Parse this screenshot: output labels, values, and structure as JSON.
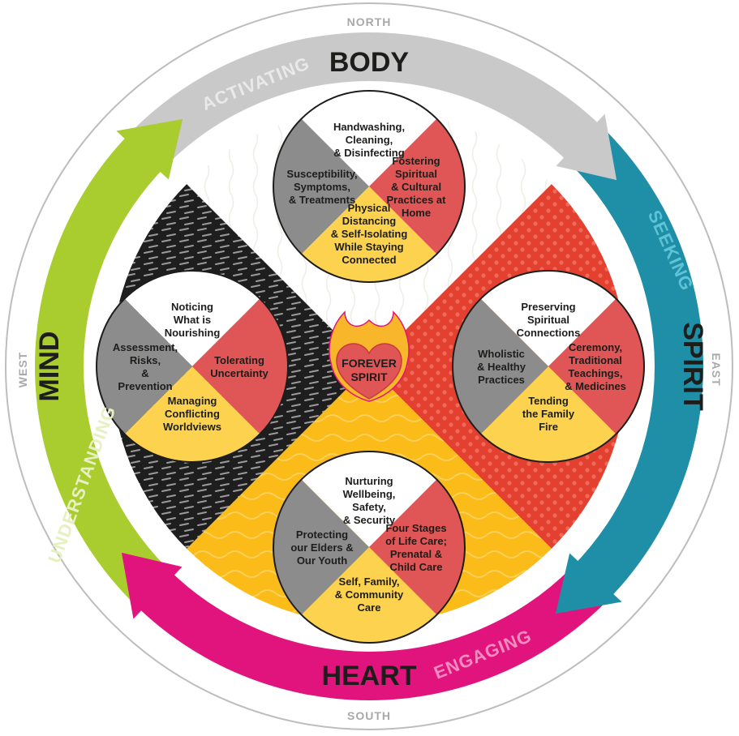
{
  "cardinals": {
    "north": "NORTH",
    "south": "SOUTH",
    "east": "EAST",
    "west": "WEST"
  },
  "directions": {
    "north": {
      "title": "BODY",
      "verb": "ACTIVATING"
    },
    "east": {
      "title": "SPIRIT",
      "verb": "SEEKING"
    },
    "south": {
      "title": "HEART",
      "verb": "ENGAGING"
    },
    "west": {
      "title": "MIND",
      "verb": "UNDERSTANDING"
    }
  },
  "center": {
    "line1": "FOREVER",
    "line2": "SPIRIT"
  },
  "circles": {
    "body": {
      "top": [
        "Handwashing,",
        "Cleaning,",
        "& Disinfecting"
      ],
      "left": [
        "Susceptibility,",
        "Symptoms,",
        "& Treatments"
      ],
      "right": [
        "Fostering",
        "Spiritual",
        "& Cultural",
        "Practices at",
        "Home"
      ],
      "bottom": [
        "Physical",
        "Distancing",
        "& Self-Isolating",
        "While Staying",
        "Connected"
      ]
    },
    "mind": {
      "top": [
        "Noticing",
        "What is",
        "Nourishing"
      ],
      "left": [
        "Assessment,",
        "Risks,",
        "&",
        "Prevention"
      ],
      "right": [
        "Tolerating",
        "Uncertainty"
      ],
      "bottom": [
        "Managing",
        "Conflicting",
        "Worldviews"
      ]
    },
    "spirit": {
      "top": [
        "Preserving",
        "Spiritual",
        "Connections"
      ],
      "left": [
        "Wholistic",
        "& Healthy",
        "Practices"
      ],
      "right": [
        "Ceremony,",
        "Traditional",
        "Teachings,",
        "& Medicines"
      ],
      "bottom": [
        "Tending",
        "the Family",
        "Fire"
      ]
    },
    "heart": {
      "top": [
        "Nurturing",
        "Wellbeing,",
        "Safety,",
        "& Security"
      ],
      "left": [
        "Protecting",
        "our Elders &",
        "Our Youth"
      ],
      "right": [
        "Four Stages",
        "of Life Care;",
        "Prenatal &",
        "Child Care"
      ],
      "bottom": [
        "Self, Family,",
        "& Community",
        "Care"
      ]
    }
  },
  "colors": {
    "white": "#ffffff",
    "gray": "#8c8c8c",
    "red": "#e05656",
    "yellow": "#fcd24e",
    "body_ring": "#c9c9c9",
    "spirit_ring": "#1f8fa8",
    "heart_ring": "#e0147c",
    "mind_ring": "#a9cc2f",
    "mind_bg": "#1e1e1e",
    "spirit_bg": "#e3402f",
    "heart_bg": "#fbbc1a",
    "center_flame": "#f8b62a",
    "center_heart": "#e05656"
  }
}
